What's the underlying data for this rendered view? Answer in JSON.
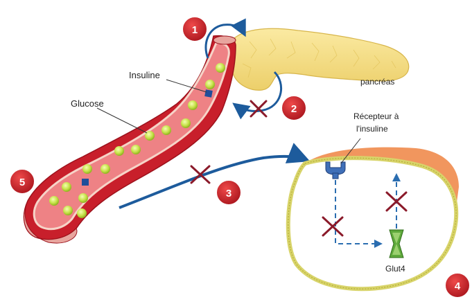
{
  "labels": {
    "pancreas": "pancréas",
    "insuline": "Insuline",
    "glucose": "Glucose",
    "recepteur_line1": "Récepteur à",
    "recepteur_line2": "l'insuline",
    "glut4": "Glut4"
  },
  "steps": [
    "1",
    "2",
    "3",
    "4",
    "5"
  ],
  "colors": {
    "pancreas": "#f7df86",
    "vessel_outer": "#d92a35",
    "vessel_inner": "#f08a8e",
    "vessel_wall": "#f6d4c8",
    "glucose": "#c7e24a",
    "insulin": "#1f4e9a",
    "arrow": "#1d5b9c",
    "cross": "#8b1a2a",
    "badge": "#c42127",
    "cell_membrane": "#e0dc7a",
    "cell_top": "#ef8b4c",
    "glut4": "#5ea93b"
  },
  "icons": [
    "cross-icon",
    "insulin-receptor-icon",
    "glut4-transporter-icon",
    "insulin-molecule-icon"
  ]
}
